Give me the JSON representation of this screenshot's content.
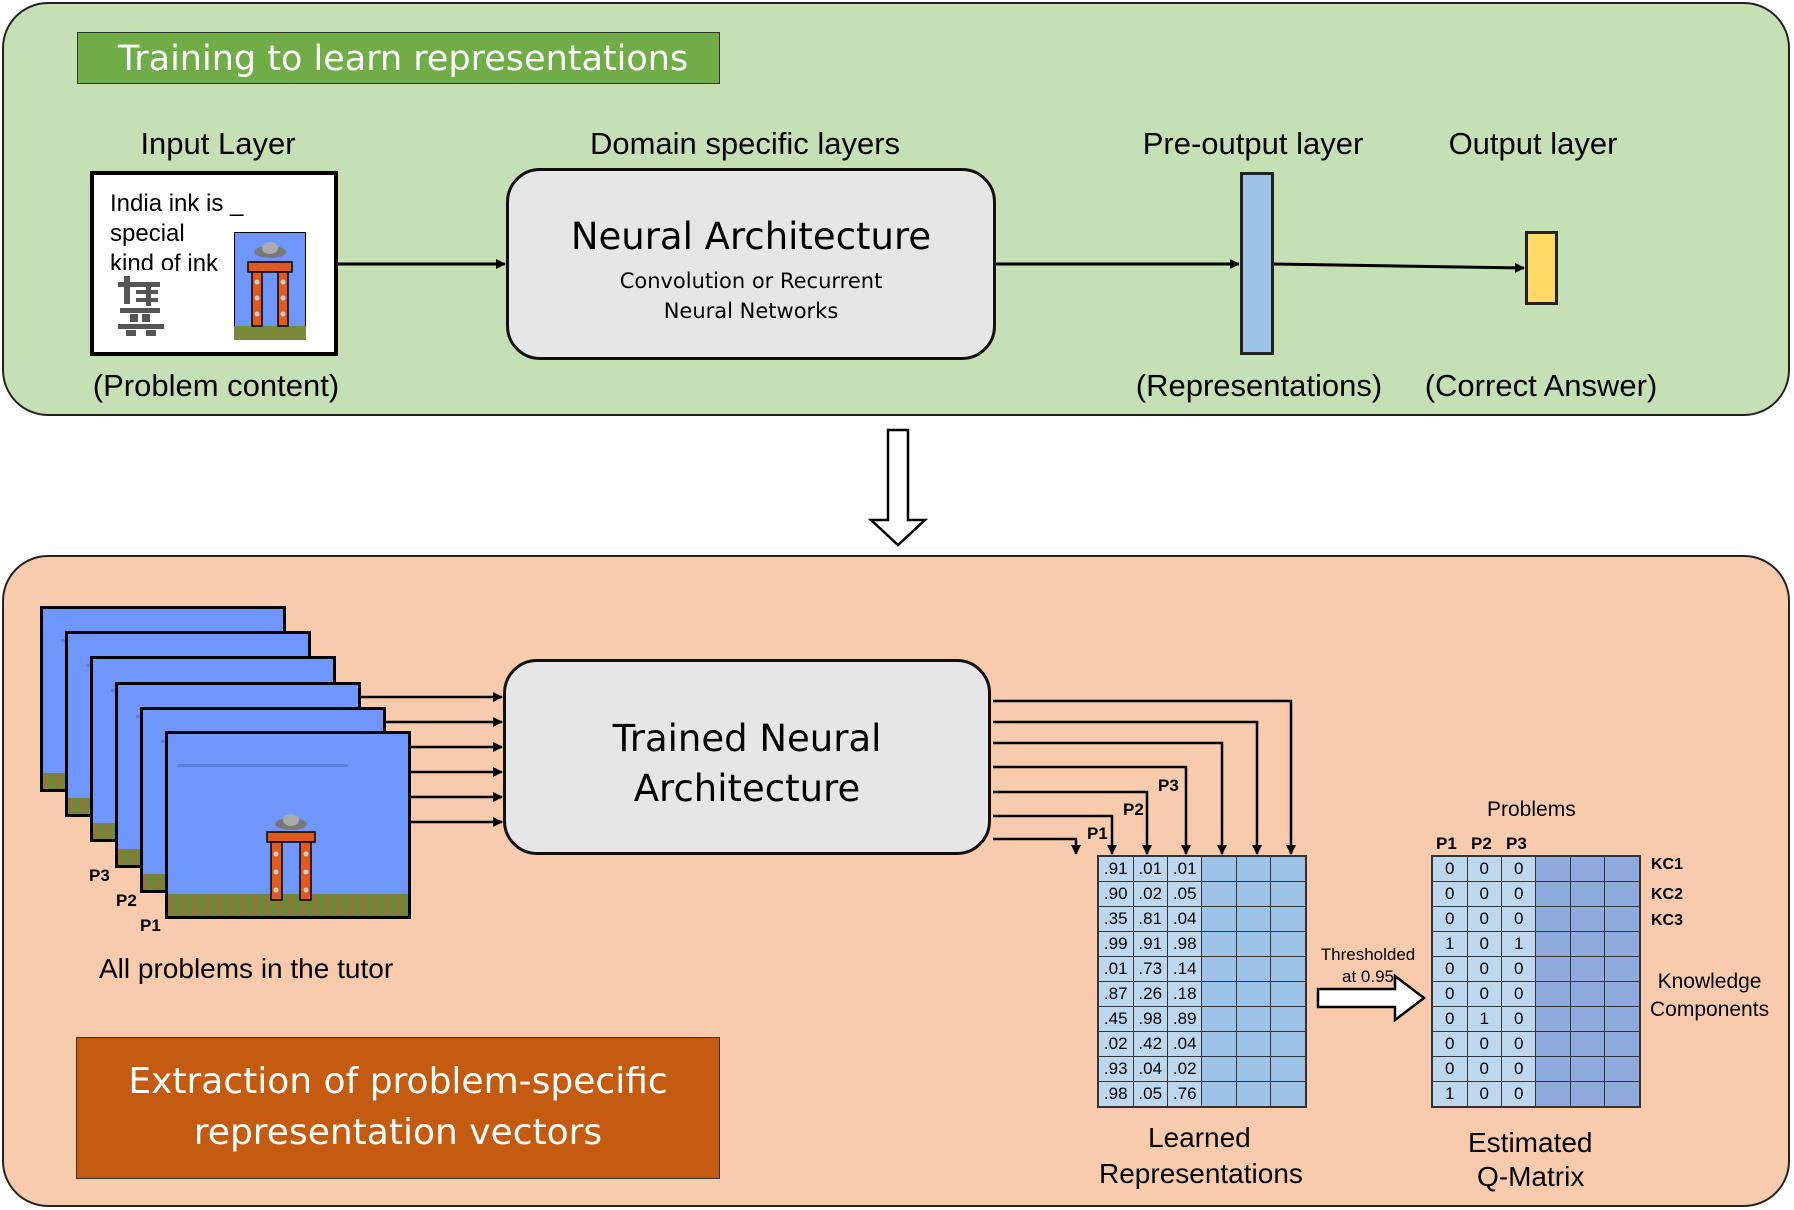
{
  "top_panel": {
    "title": "Training to learn representations",
    "input_layer_label": "Input Layer",
    "input_text": "India ink is _\nspecial\nkind of ink",
    "problem_content_label": "(Problem content)",
    "domain_layers_label": "Domain specific layers",
    "arch_title": "Neural Architecture",
    "arch_sub1": "Convolution or Recurrent",
    "arch_sub2": "Neural Networks",
    "preoutput_label": "Pre-output layer",
    "representations_label": "(Representations)",
    "output_label": "Output layer",
    "correct_answer_label": "(Correct Answer)"
  },
  "bottom_panel": {
    "title": "Extraction of problem-specific representation vectors",
    "all_problems_label": "All problems in the tutor",
    "stack_labels": [
      "P3",
      "P2",
      "P1"
    ],
    "trained_arch_line1": "Trained Neural",
    "trained_arch_line2": "Architecture",
    "arrow_labels": [
      "P1",
      "P2",
      "P3"
    ],
    "learned_rep_line1": "Learned",
    "learned_rep_line2": "Representations",
    "threshold_line1": "Thresholded",
    "threshold_line2": "at 0.95",
    "problems_label": "Problems",
    "q_headers": [
      "P1",
      "P2",
      "P3"
    ],
    "kc_labels": [
      "KC1",
      "KC2",
      "KC3"
    ],
    "knowledge_line1": "Knowledge",
    "knowledge_line2": "Components",
    "qmatrix_line1": "Estimated",
    "qmatrix_line2": "Q-Matrix",
    "representations": [
      [
        ".91",
        ".01",
        ".01"
      ],
      [
        ".90",
        ".02",
        ".05"
      ],
      [
        ".35",
        ".81",
        ".04"
      ],
      [
        ".99",
        ".91",
        ".98"
      ],
      [
        ".01",
        ".73",
        ".14"
      ],
      [
        ".87",
        ".26",
        ".18"
      ],
      [
        ".45",
        ".98",
        ".89"
      ],
      [
        ".02",
        ".42",
        ".04"
      ],
      [
        ".93",
        ".04",
        ".02"
      ],
      [
        ".98",
        ".05",
        ".76"
      ]
    ],
    "qmatrix": [
      [
        "0",
        "0",
        "0"
      ],
      [
        "0",
        "0",
        "0"
      ],
      [
        "0",
        "0",
        "0"
      ],
      [
        "1",
        "0",
        "1"
      ],
      [
        "0",
        "0",
        "0"
      ],
      [
        "0",
        "0",
        "0"
      ],
      [
        "0",
        "1",
        "0"
      ],
      [
        "0",
        "0",
        "0"
      ],
      [
        "0",
        "0",
        "0"
      ],
      [
        "1",
        "0",
        "0"
      ]
    ]
  }
}
